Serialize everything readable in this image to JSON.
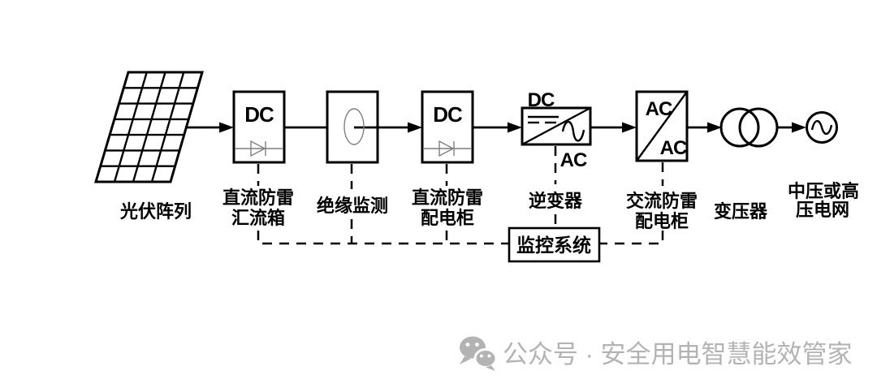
{
  "diagram_title": "PV power system single line diagram",
  "colors": {
    "background": "#ffffff",
    "line": "#000000",
    "thin_line": "#7f7f7f",
    "watermark": "#b3b3b3"
  },
  "nodes": {
    "pv_array": {
      "label": "光伏阵列"
    },
    "combiner_box": {
      "box_text": "DC",
      "label_line1": "直流防雷",
      "label_line2": "汇流箱"
    },
    "insulation_monitor": {
      "label": "绝缘监测"
    },
    "dc_cabinet": {
      "box_text": "DC",
      "label_line1": "直流防雷",
      "label_line2": "配电柜"
    },
    "inverter": {
      "input_text": "DC",
      "output_text": "AC",
      "label": "逆变器"
    },
    "ac_cabinet": {
      "input_text": "AC",
      "output_text": "AC",
      "label_line1": "交流防雷",
      "label_line2": "配电柜"
    },
    "transformer": {
      "label": "变压器"
    },
    "grid": {
      "label_line1": "中压或高",
      "label_line2": "压电网"
    },
    "monitoring_system": {
      "label": "监控系统"
    }
  },
  "watermark": {
    "text": "公众号 · 安全用电智慧能效管家",
    "color": "#b3b3b3",
    "icon": "wechat-icon"
  }
}
